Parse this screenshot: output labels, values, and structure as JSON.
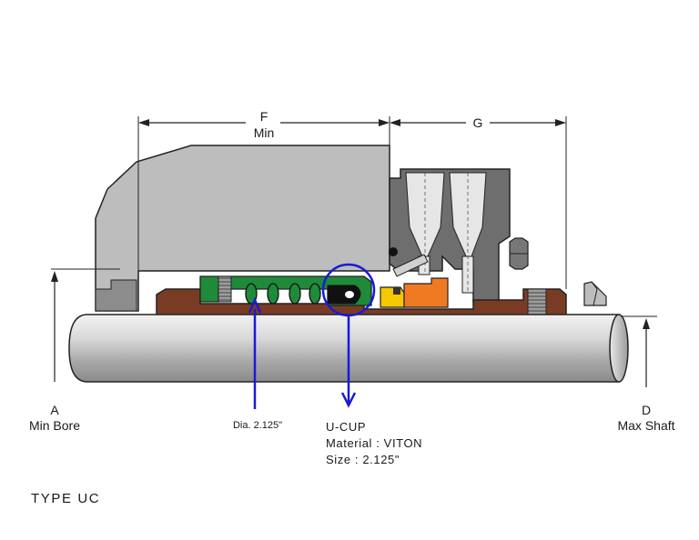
{
  "dimensions": {
    "f_letter": "F",
    "f_word": "Min",
    "g_letter": "G",
    "a_letter": "A",
    "a_word": "Min Bore",
    "d_letter": "D",
    "d_word": "Max Shaft"
  },
  "callouts": {
    "spring_dia": "Dia. 2.125\"",
    "ucup_name": "U-CUP",
    "ucup_material": "Material : VITON",
    "ucup_size": "Size : 2.125\""
  },
  "caption": "TYPE UC",
  "colors": {
    "gland_gray": "#bdbdbd",
    "dark_gray": "#6e6e6e",
    "sleeve_brown": "#7a3b25",
    "seal_green": "#1f8a3a",
    "yellow_ring": "#f5c800",
    "orange_ring": "#f07a22",
    "callout_blue": "#1a1ad6",
    "outline": "#222222"
  }
}
